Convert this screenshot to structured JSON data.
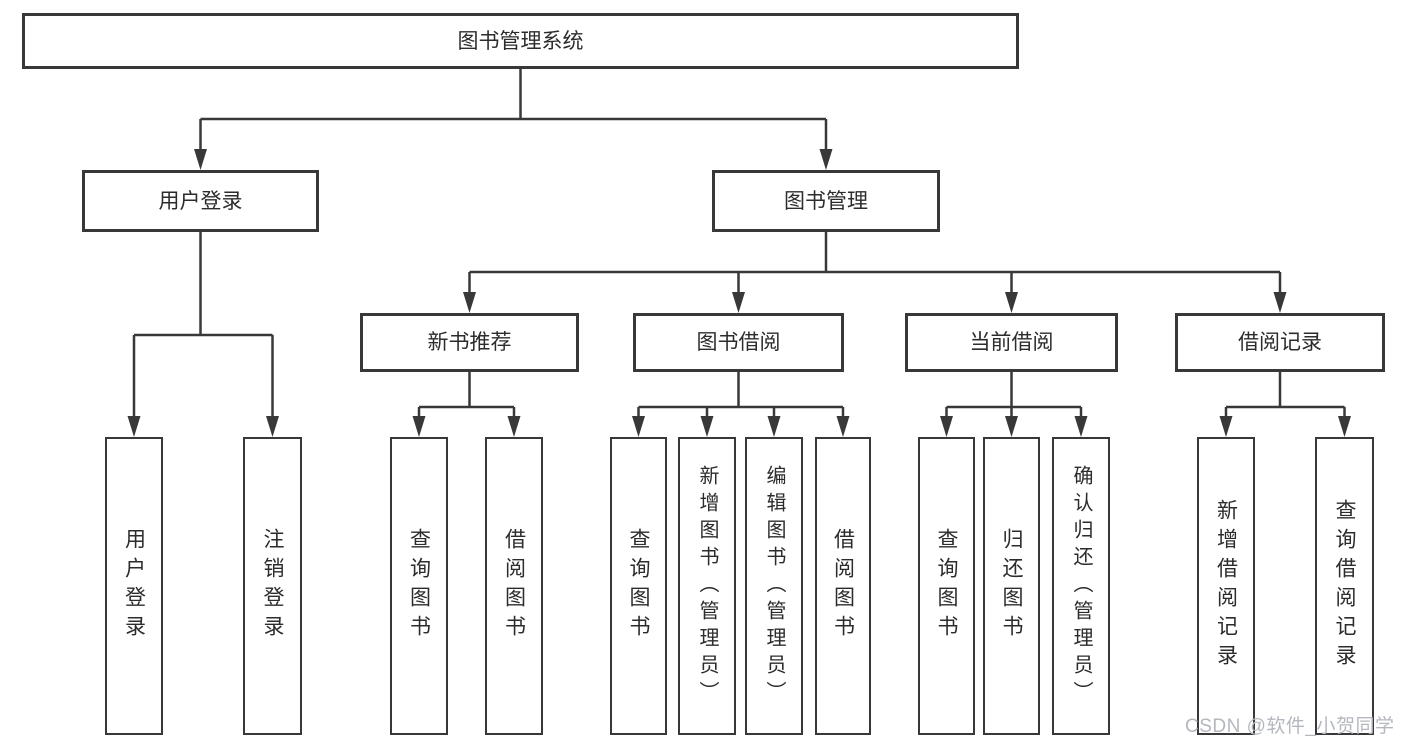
{
  "diagram": {
    "root": {
      "label": "图书管理系统",
      "children": [
        {
          "label": "用户登录",
          "children": [
            {
              "label": "用户登录"
            },
            {
              "label": "注销登录"
            }
          ]
        },
        {
          "label": "图书管理",
          "children": [
            {
              "label": "新书推荐",
              "children": [
                {
                  "label": "查询图书"
                },
                {
                  "label": "借阅图书"
                }
              ]
            },
            {
              "label": "图书借阅",
              "children": [
                {
                  "label": "查询图书"
                },
                {
                  "label": "新增图书（管理员）"
                },
                {
                  "label": "编辑图书（管理员）"
                },
                {
                  "label": "借阅图书"
                }
              ]
            },
            {
              "label": "当前借阅",
              "children": [
                {
                  "label": "查询图书"
                },
                {
                  "label": "归还图书"
                },
                {
                  "label": "确认归还（管理员）"
                }
              ]
            },
            {
              "label": "借阅记录",
              "children": [
                {
                  "label": "新增借阅记录"
                },
                {
                  "label": "查询借阅记录"
                }
              ]
            }
          ]
        }
      ]
    }
  },
  "watermark": {
    "text": "CSDN @软件_小贺同学"
  },
  "colors": {
    "line": "#383838",
    "box_border": "#383838",
    "text": "#2c2c2c",
    "background": "#ffffff",
    "watermark": "#b4b8be"
  }
}
